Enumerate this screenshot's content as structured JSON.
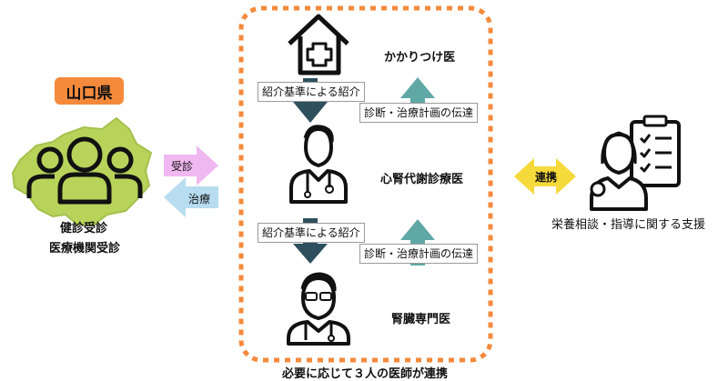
{
  "prefecture": {
    "label": "山口県"
  },
  "patient": {
    "line1": "健診受診",
    "line2": "医療機関受診"
  },
  "flows": {
    "consult": "受診",
    "treatment": "治療",
    "cooperation": "連携"
  },
  "doctors": {
    "family": "かかりつけ医",
    "cardio_renal": "心腎代謝診療医",
    "nephrologist": "腎臓専門医"
  },
  "referrals": {
    "upper_referral": "紹介基準による紹介",
    "upper_report": "診断・治療計画の伝達",
    "lower_referral": "紹介基準による紹介",
    "lower_report": "診断・治療計画の伝達"
  },
  "group_caption": "必要に応じて３人の医師が連携",
  "dietitian": {
    "label": "栄養相談・指導に関する支援"
  },
  "colors": {
    "orange": "#f58a3c",
    "pref_green": "#b7d35a",
    "down_arrow": "#2e4f5e",
    "up_arrow": "#5fa8a6",
    "consult_arrow": "#f0b8f0",
    "treatment_arrow": "#b8dcf0",
    "coop_arrow": "#f6d93a"
  }
}
